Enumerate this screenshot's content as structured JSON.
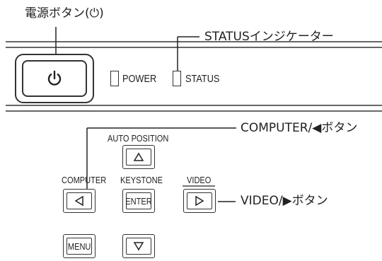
{
  "callouts": {
    "power_button": "電源ボタン(⏻)",
    "status_indicator": "STATUSインジケーター",
    "computer_button": "COMPUTER/◀ボタン",
    "video_button": "VIDEO/▶ボタン"
  },
  "indicators": {
    "power": "POWER",
    "status": "STATUS"
  },
  "button_labels": {
    "auto_position": "AUTO POSITION",
    "computer": "COMPUTER",
    "keystone": "KEYSTONE",
    "video": "VIDEO"
  },
  "keys": {
    "enter": "ENTER",
    "menu": "MENU"
  },
  "icons": {
    "power": "power-symbol-icon",
    "up": "triangle-up-icon",
    "left": "triangle-left-icon",
    "right": "triangle-right-icon",
    "down": "triangle-down-icon"
  }
}
